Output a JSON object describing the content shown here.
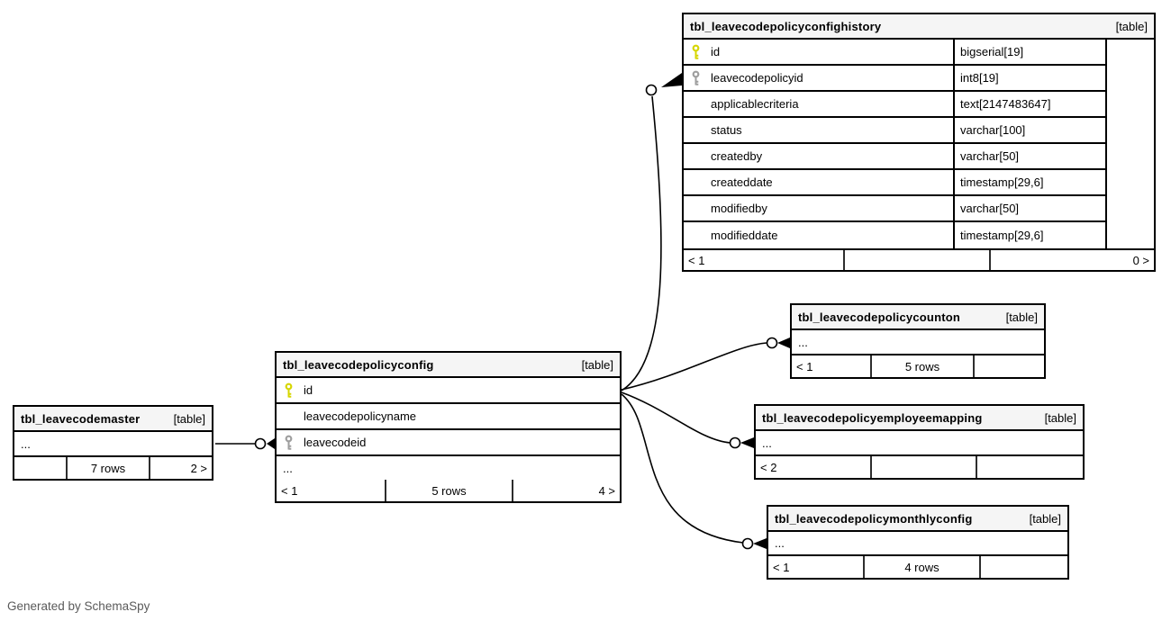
{
  "footer_note": "Generated by SchemaSpy",
  "colors": {
    "primary_key_icon": "#d6d600",
    "foreign_key_icon": "#9e9e9e",
    "table_header_bg": "#f5f5f5",
    "border": "#000000",
    "note_text": "#5a5a5a"
  },
  "tables": {
    "confighistory": {
      "title": "tbl_leavecodepolicyconfighistory",
      "badge": "[table]",
      "cols": [
        {
          "name": "id",
          "type": "bigserial[19]",
          "key": "primary"
        },
        {
          "name": "leavecodepolicyid",
          "type": "int8[19]",
          "key": "foreign"
        },
        {
          "name": "applicablecriteria",
          "type": "text[2147483647]",
          "key": ""
        },
        {
          "name": "status",
          "type": "varchar[100]",
          "key": ""
        },
        {
          "name": "createdby",
          "type": "varchar[50]",
          "key": ""
        },
        {
          "name": "createddate",
          "type": "timestamp[29,6]",
          "key": ""
        },
        {
          "name": "modifiedby",
          "type": "varchar[50]",
          "key": ""
        },
        {
          "name": "modifieddate",
          "type": "timestamp[29,6]",
          "key": ""
        }
      ],
      "footer": {
        "left": "< 1",
        "center": "",
        "right": "0 >"
      }
    },
    "config": {
      "title": "tbl_leavecodepolicyconfig",
      "badge": "[table]",
      "cols": [
        {
          "name": "id",
          "key": "primary"
        },
        {
          "name": "leavecodepolicyname",
          "key": ""
        },
        {
          "name": "leavecodeid",
          "key": "foreign"
        },
        {
          "name": "...",
          "key": "ellipsis"
        }
      ],
      "footer": {
        "left": "< 1",
        "center": "5 rows",
        "right": "4 >"
      }
    },
    "master": {
      "title": "tbl_leavecodemaster",
      "badge": "[table]",
      "ellipsis": "...",
      "footer": {
        "left": "",
        "center": "7 rows",
        "right": "2 >"
      }
    },
    "counton": {
      "title": "tbl_leavecodepolicycounton",
      "badge": "[table]",
      "ellipsis": "...",
      "footer": {
        "left": "< 1",
        "center": "5 rows",
        "right": ""
      }
    },
    "empmap": {
      "title": "tbl_leavecodepolicyemployeemapping",
      "badge": "[table]",
      "ellipsis": "...",
      "footer": {
        "left": "< 2",
        "center": "",
        "right": ""
      }
    },
    "monthly": {
      "title": "tbl_leavecodepolicymonthlyconfig",
      "badge": "[table]",
      "ellipsis": "...",
      "footer": {
        "left": "< 1",
        "center": "4 rows",
        "right": ""
      }
    }
  },
  "relationships": [
    {
      "parent": "tbl_leavecodemaster",
      "child": "tbl_leavecodepolicyconfig.leavecodeid"
    },
    {
      "parent": "tbl_leavecodepolicyconfig.id",
      "child": "tbl_leavecodepolicyconfighistory.leavecodepolicyid"
    },
    {
      "parent": "tbl_leavecodepolicyconfig.id",
      "child": "tbl_leavecodepolicycounton"
    },
    {
      "parent": "tbl_leavecodepolicyconfig.id",
      "child": "tbl_leavecodepolicyemployeemapping"
    },
    {
      "parent": "tbl_leavecodepolicyconfig.id",
      "child": "tbl_leavecodepolicymonthlyconfig"
    }
  ]
}
